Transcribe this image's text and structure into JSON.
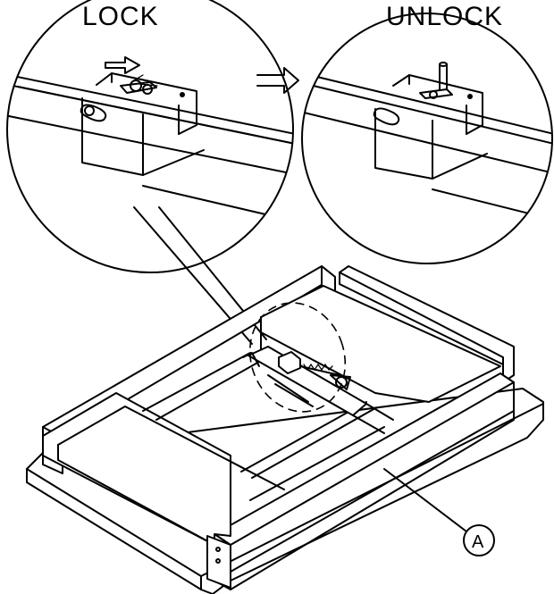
{
  "labels": {
    "lock": "LOCK",
    "unlock": "UNLOCK",
    "callout": "A"
  },
  "colors": {
    "line": "#000000",
    "background": "#ffffff"
  }
}
